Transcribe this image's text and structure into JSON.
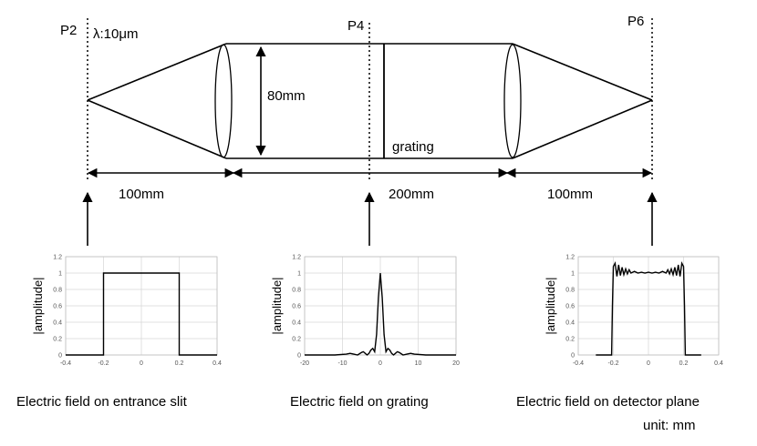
{
  "labels": {
    "p2": "P2",
    "p4": "P4",
    "p6": "P6",
    "wavelength": "λ:10μm",
    "aperture": "80mm",
    "grating": "grating",
    "dist_left": "100mm",
    "dist_center": "200mm",
    "dist_right": "100mm",
    "unit": "unit: mm"
  },
  "plots": [
    {
      "caption": "Electric field on entrance slit",
      "ylabel": "|amplitude|",
      "xlim": [
        -0.4,
        0.4
      ],
      "ylim": [
        0,
        1.2
      ],
      "xticks": [
        "-0.4",
        "-0.2",
        "0",
        "0.2",
        "0.4"
      ],
      "yticks": [
        "0",
        "0.2",
        "0.4",
        "0.6",
        "0.8",
        "1",
        "1.2"
      ],
      "x": [
        -0.4,
        -0.2,
        -0.2,
        0.2,
        0.2,
        0.4
      ],
      "y": [
        0,
        0,
        1,
        1,
        0,
        0
      ]
    },
    {
      "caption": "Electric field on grating",
      "ylabel": "|amplitude|",
      "xlim": [
        -20,
        20
      ],
      "ylim": [
        0,
        1.2
      ],
      "xticks": [
        "-20",
        "-10",
        "0",
        "10",
        "20"
      ],
      "yticks": [
        "0",
        "0.2",
        "0.4",
        "0.6",
        "0.8",
        "1",
        "1.2"
      ],
      "x": [
        -20,
        -12,
        -9,
        -8,
        -7,
        -6,
        -5,
        -4.5,
        -4,
        -3.5,
        -3,
        -2.5,
        -2,
        -1.5,
        -1,
        -0.5,
        0,
        0.5,
        1,
        1.5,
        2,
        2.5,
        3,
        3.5,
        4,
        4.5,
        5,
        6,
        7,
        8,
        9,
        12,
        20
      ],
      "y": [
        0,
        0,
        0.01,
        0.02,
        0.01,
        0.0,
        0.03,
        0.04,
        0.02,
        0.0,
        0.02,
        0.06,
        0.08,
        0.04,
        0.25,
        0.7,
        1.0,
        0.7,
        0.25,
        0.04,
        0.08,
        0.06,
        0.02,
        0.0,
        0.02,
        0.04,
        0.03,
        0.0,
        0.01,
        0.02,
        0.01,
        0,
        0
      ]
    },
    {
      "caption": "Electric field on detector plane",
      "ylabel": "|amplitude|",
      "xlim": [
        -0.4,
        0.4
      ],
      "ylim": [
        0,
        1.2
      ],
      "xticks": [
        "-0.4",
        "-0.2",
        "0",
        "0.2",
        "0.4"
      ],
      "yticks": [
        "0",
        "0.2",
        "0.4",
        "0.6",
        "0.8",
        "1",
        "1.2"
      ],
      "x": [
        -0.3,
        -0.21,
        -0.205,
        -0.2,
        -0.19,
        -0.18,
        -0.17,
        -0.16,
        -0.15,
        -0.14,
        -0.13,
        -0.12,
        -0.11,
        -0.1,
        -0.08,
        -0.06,
        -0.04,
        -0.02,
        0,
        0.02,
        0.04,
        0.06,
        0.08,
        0.1,
        0.11,
        0.12,
        0.13,
        0.14,
        0.15,
        0.16,
        0.17,
        0.18,
        0.19,
        0.2,
        0.205,
        0.21,
        0.3
      ],
      "y": [
        0,
        0,
        0.6,
        1.08,
        1.12,
        0.96,
        1.1,
        0.97,
        1.07,
        0.98,
        1.05,
        0.99,
        1.04,
        1.0,
        1.02,
        1.0,
        1.01,
        1.0,
        1.01,
        1.0,
        1.01,
        1.0,
        1.02,
        1.0,
        1.04,
        0.99,
        1.05,
        0.98,
        1.07,
        0.97,
        1.1,
        0.96,
        1.12,
        1.08,
        0.6,
        0,
        0
      ]
    }
  ]
}
